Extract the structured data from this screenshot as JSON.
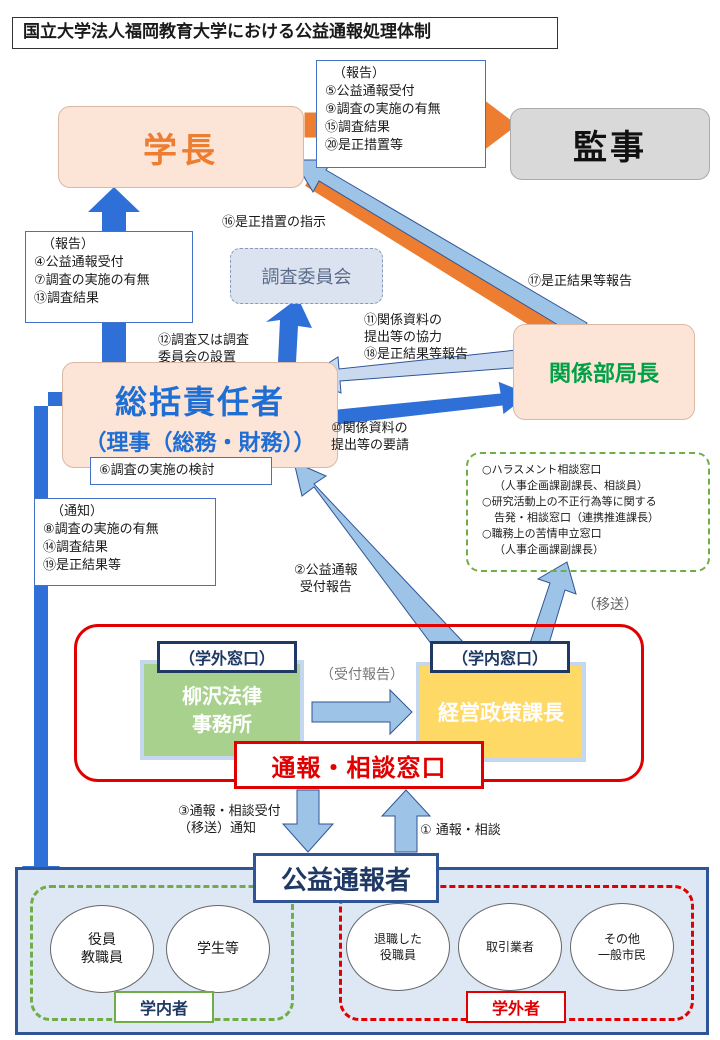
{
  "title": "国立大学法人福岡教育大学における公益通報処理体制",
  "nodes": {
    "president": "学長",
    "auditor": "監事",
    "committee": "調査委員会",
    "dept_head": "関係部局長",
    "exec_line1": "総括責任者",
    "exec_line2": "（理事（総務・財務））",
    "exec_note": "⑥調査の実施の検討",
    "law_firm": "柳沢法律\n事務所",
    "mgmt": "経営政策課長",
    "outside_tag": "（学外窓口）",
    "inside_tag": "（学内窓口）",
    "window": "通報・相談窓口",
    "reporter": "公益通報者",
    "inside_group": "学内者",
    "outside_group": "学外者"
  },
  "reporters": {
    "inside": [
      "役員\n教職員",
      "学生等"
    ],
    "outside": [
      "退職した\n役職員",
      "取引業者",
      "その他\n一般市民"
    ]
  },
  "boxes": {
    "report_to_auditor": [
      "（報告）",
      "⑤公益通報受付",
      "⑨調査の実施の有無",
      "⑮調査結果",
      "⑳是正措置等"
    ],
    "report_to_president": [
      "（報告）",
      "④公益通報受付",
      "⑦調査の実施の有無",
      "⑬調査結果"
    ],
    "notice": [
      "（通知）",
      "⑧調査の実施の有無",
      "⑭調査結果",
      "⑲是正結果等"
    ],
    "consult_windows": [
      "○ハラスメント相談窓口",
      "（人事企画課副課長、相談員）",
      "○研究活動上の不正行為等に関する",
      "告発・相談窓口（連携推進課長）",
      "○職務上の苦情申立窓口",
      "（人事企画課副課長）"
    ]
  },
  "labels": {
    "instruct": "⑯是正措置の指示",
    "result_report": "⑰是正結果等報告",
    "committee_setup": "⑫調査又は調査\n委員会の設置",
    "cooperation": "⑪関係資料の\n提出等の協力\n⑱是正結果等報告",
    "request": "⑩関係資料の\n提出等の要請",
    "receipt_report": "②公益通報\n受付報告",
    "transfer": "（移送）",
    "recv_report": "（受付報告）",
    "notify_back": "③通報・相談受付\n（移送）通知",
    "report_consult": "① 通報・相談"
  },
  "colors": {
    "orange": "#ed7d31",
    "blue": "#2e6fd8",
    "light_blue": "#9dc3e6",
    "green": "#70ad47",
    "red": "#e00000",
    "navy": "#1f3864"
  }
}
